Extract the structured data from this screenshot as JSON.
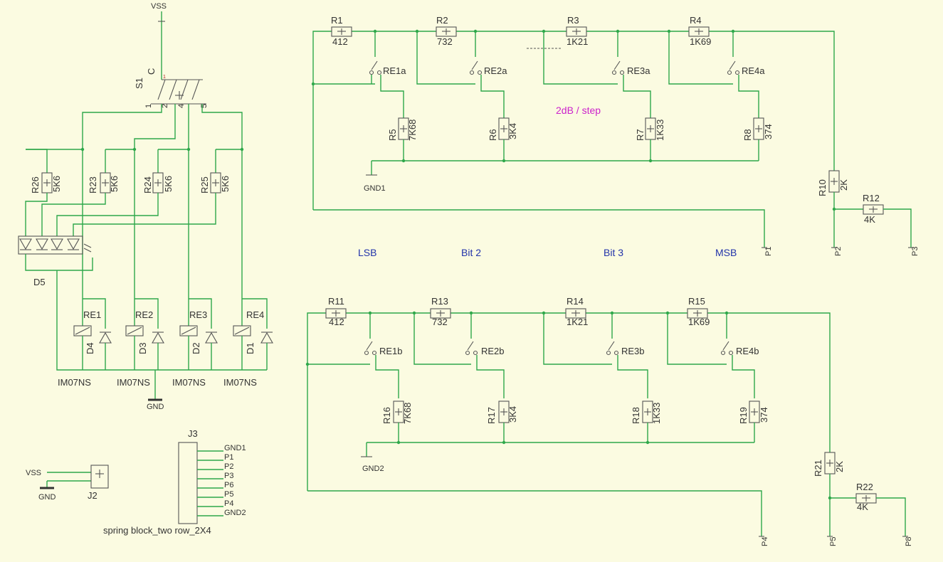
{
  "colors": {
    "background": "#fbfbe1",
    "wire": "#2ea84a",
    "component": "#555555",
    "bit_label": "#2233aa",
    "note": "#cc22cc",
    "pin_number": "#b02020"
  },
  "labels": {
    "vss_top": "VSS",
    "s1": "S1",
    "c": "C",
    "s1_p1": "1",
    "s1_p2": "2",
    "s1_p4": "4",
    "s1_p5": "5",
    "d5": "D5",
    "gnd": "GND",
    "gnd1": "GND1",
    "gnd2": "GND2",
    "lsb": "LSB",
    "bit2": "Bit 2",
    "bit3": "Bit 3",
    "msb": "MSB",
    "note": "2dB / step",
    "vss_j2": "VSS",
    "gnd_j2": "GND",
    "j2": "J2",
    "j3": "J3",
    "j3_caption": "spring block_two row_2X4"
  },
  "relays": [
    {
      "name": "RE1",
      "model": "IM07NS",
      "diode": "D4"
    },
    {
      "name": "RE2",
      "model": "IM07NS",
      "diode": "D3"
    },
    {
      "name": "RE3",
      "model": "IM07NS",
      "diode": "D2"
    },
    {
      "name": "RE4",
      "model": "IM07NS",
      "diode": "D1"
    }
  ],
  "led_resistors": [
    {
      "name": "R26",
      "value": "5K6"
    },
    {
      "name": "R23",
      "value": "5K6"
    },
    {
      "name": "R24",
      "value": "5K6"
    },
    {
      "name": "R25",
      "value": "5K6"
    }
  ],
  "top_ladder": {
    "series": [
      {
        "name": "R1",
        "value": "412"
      },
      {
        "name": "R2",
        "value": "732"
      },
      {
        "name": "R3",
        "value": "1K21"
      },
      {
        "name": "R4",
        "value": "1K69"
      }
    ],
    "contacts": [
      "RE1a",
      "RE2a",
      "RE3a",
      "RE4a"
    ],
    "shunt": [
      {
        "name": "R5",
        "value": "7K68"
      },
      {
        "name": "R6",
        "value": "3K4"
      },
      {
        "name": "R7",
        "value": "1K33"
      },
      {
        "name": "R8",
        "value": "374"
      }
    ],
    "out_vertical": {
      "name": "R10",
      "value": "2K"
    },
    "out_horizontal": {
      "name": "R12",
      "value": "4K"
    },
    "ports": [
      "P1",
      "P2",
      "P3"
    ]
  },
  "bottom_ladder": {
    "series": [
      {
        "name": "R11",
        "value": "412"
      },
      {
        "name": "R13",
        "value": "732"
      },
      {
        "name": "R14",
        "value": "1K21"
      },
      {
        "name": "R15",
        "value": "1K69"
      }
    ],
    "contacts": [
      "RE1b",
      "RE2b",
      "RE3b",
      "RE4b"
    ],
    "shunt": [
      {
        "name": "R16",
        "value": "7K68"
      },
      {
        "name": "R17",
        "value": "3K4"
      },
      {
        "name": "R18",
        "value": "1K33"
      },
      {
        "name": "R19",
        "value": "374"
      }
    ],
    "out_vertical": {
      "name": "R21",
      "value": "2K"
    },
    "out_horizontal": {
      "name": "R22",
      "value": "4K"
    },
    "ports": [
      "P4",
      "P5",
      "P8"
    ]
  },
  "j3_pins": [
    "GND1",
    "P1",
    "P2",
    "P3",
    "P6",
    "P5",
    "P4",
    "GND2"
  ]
}
